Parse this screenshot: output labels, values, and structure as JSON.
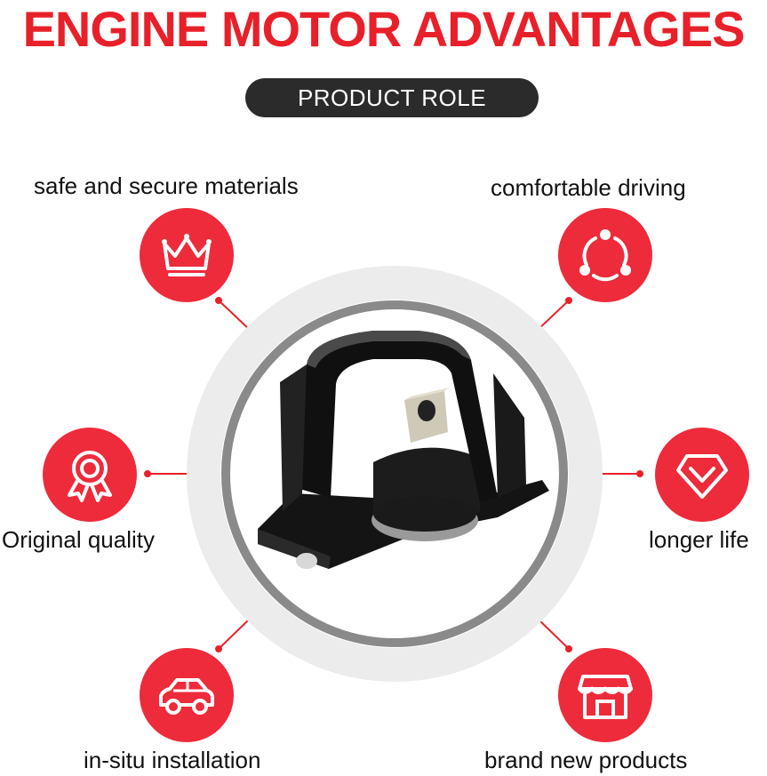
{
  "title": "ENGINE MOTOR ADVANTAGES",
  "subtitle": "PRODUCT ROLE",
  "colors": {
    "accent": "#e8202a",
    "badge": "#ee2b3b",
    "pill": "#2b2b2b",
    "ring_outer": "#ececec",
    "ring_inner": "#8a8a8a"
  },
  "features": [
    {
      "label": "safe and secure materials",
      "icon": "crown-icon"
    },
    {
      "label": "comfortable driving",
      "icon": "cycle-arrows-icon"
    },
    {
      "label": "Original quality",
      "icon": "award-ribbon-icon"
    },
    {
      "label": "longer life",
      "icon": "diamond-heart-icon"
    },
    {
      "label": "in-situ installation",
      "icon": "car-icon"
    },
    {
      "label": "brand new products",
      "icon": "storefront-icon"
    }
  ]
}
